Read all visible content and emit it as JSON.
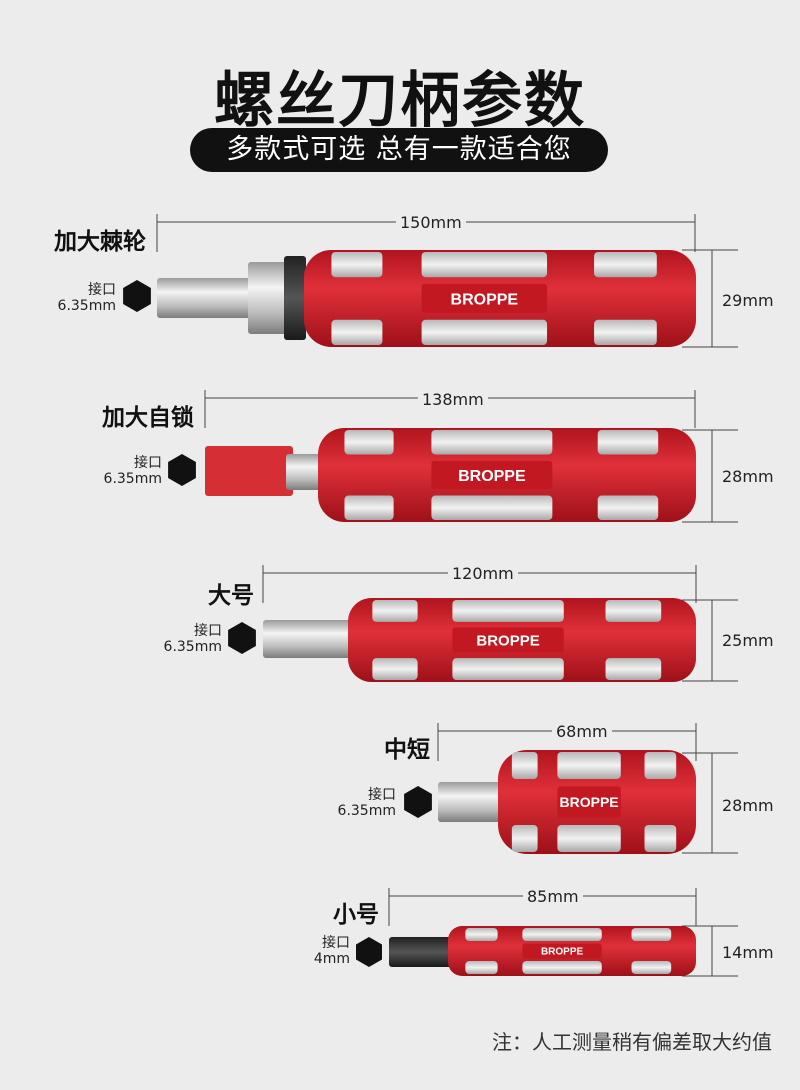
{
  "header": {
    "title": "螺丝刀柄参数",
    "subtitle": "多款式可选 总有一款适合您"
  },
  "brand": "BROPPE",
  "colors": {
    "handle_red": "#d8222c",
    "handle_dark_red": "#a8121b",
    "handle_silver": "#d9d9d9",
    "background": "#ececec",
    "pill": "#111111"
  },
  "tools": [
    {
      "name": "加大棘轮",
      "interface_label": "接口",
      "interface_size": "6.35mm",
      "length": "150mm",
      "diameter": "29mm"
    },
    {
      "name": "加大自锁",
      "interface_label": "接口",
      "interface_size": "6.35mm",
      "length": "138mm",
      "diameter": "28mm"
    },
    {
      "name": "大号",
      "interface_label": "接口",
      "interface_size": "6.35mm",
      "length": "120mm",
      "diameter": "25mm"
    },
    {
      "name": "中短",
      "interface_label": "接口",
      "interface_size": "6.35mm",
      "length": "68mm",
      "diameter": "28mm"
    },
    {
      "name": "小号",
      "interface_label": "接口",
      "interface_size": "4mm",
      "length": "85mm",
      "diameter": "14mm"
    }
  ],
  "footnote": "注：人工测量稍有偏差取大约值"
}
